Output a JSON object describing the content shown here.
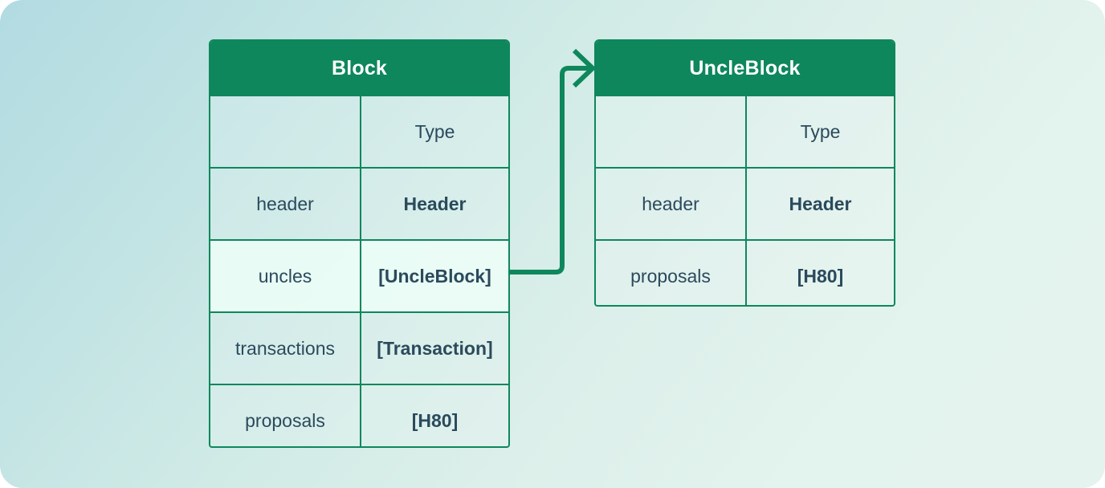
{
  "theme": {
    "accent_green": "#0e875c",
    "text_color": "#2b4a5c",
    "title_text_color": "#ffffff",
    "highlight_row_color": "#e3fbf0",
    "background_from": "#b2dbe2",
    "background_to": "#e4f3ee"
  },
  "diagram": {
    "type": "class-relationship-diagram",
    "classes": [
      {
        "id": "block",
        "title": "Block",
        "header_row": {
          "name": "",
          "type": "Type"
        },
        "fields": [
          {
            "name": "header",
            "type": "Header",
            "highlight": false
          },
          {
            "name": "uncles",
            "type": "[UncleBlock]",
            "highlight": true
          },
          {
            "name": "transactions",
            "type": "[Transaction]",
            "highlight": false
          },
          {
            "name": "proposals",
            "type": "[H80]",
            "highlight": false
          }
        ]
      },
      {
        "id": "uncleblock",
        "title": "UncleBlock",
        "header_row": {
          "name": "",
          "type": "Type"
        },
        "fields": [
          {
            "name": "header",
            "type": "Header",
            "highlight": false
          },
          {
            "name": "proposals",
            "type": "[H80]",
            "highlight": false
          }
        ]
      }
    ],
    "connector": {
      "from_class": "block",
      "from_field": "uncles",
      "to_class": "uncleblock",
      "arrow_head": "open-chevron",
      "style": "orthogonal"
    }
  }
}
